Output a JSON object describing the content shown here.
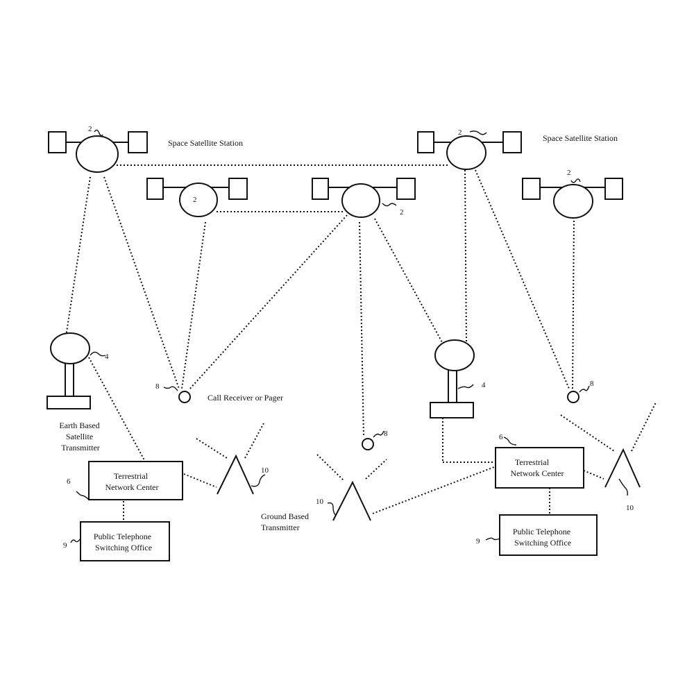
{
  "labels": {
    "space_station_left": "Space Satellite Station",
    "space_station_right": "Space Satellite Station",
    "call_receiver": "Call Receiver or Pager",
    "earth_transmitter": [
      "Earth Based",
      "Satellite",
      "Transmitter"
    ],
    "ground_transmitter": [
      "Ground Based",
      "Transmitter"
    ],
    "tnc_left": [
      "Terrestrial",
      "Network Center"
    ],
    "tnc_right": [
      "Terrestrial",
      "Network Center"
    ],
    "ptso_left": [
      "Public Telephone",
      "Switching Office"
    ],
    "ptso_right": [
      "Public Telephone",
      "Switching Office"
    ]
  },
  "refs": {
    "satellite": "2",
    "earth_station": "4",
    "network_center": "6",
    "receiver": "8",
    "switching_office": "9",
    "ground_transmitter": "10"
  }
}
